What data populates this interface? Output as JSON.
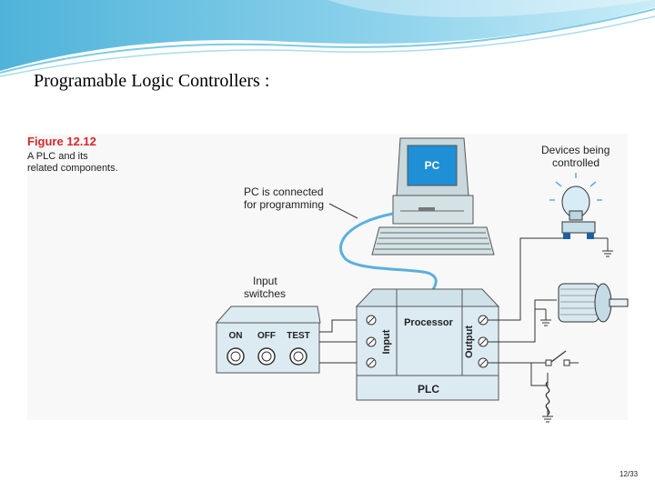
{
  "slide": {
    "title": "Programable Logic Controllers :",
    "page_number": "12/33"
  },
  "figure": {
    "label": "Figure 12.12",
    "caption_lines": [
      "A PLC and its",
      "related components."
    ],
    "pc_annotation": [
      "PC is connected",
      "for programming"
    ],
    "pc_screen_label": "PC",
    "switches_annotation": [
      "Input",
      "switches"
    ],
    "switch_buttons": [
      "ON",
      "OFF",
      "TEST"
    ],
    "devices_annotation": [
      "Devices being",
      "controlled"
    ],
    "plc_input_label": "Input",
    "plc_processor_label": "Processor",
    "plc_output_label": "Output",
    "plc_label": "PLC"
  },
  "colors": {
    "banner": "#6cc3e0",
    "accent_red": "#d5282e",
    "plc_body": "#dcebf2",
    "cable": "#5ab0dc"
  }
}
